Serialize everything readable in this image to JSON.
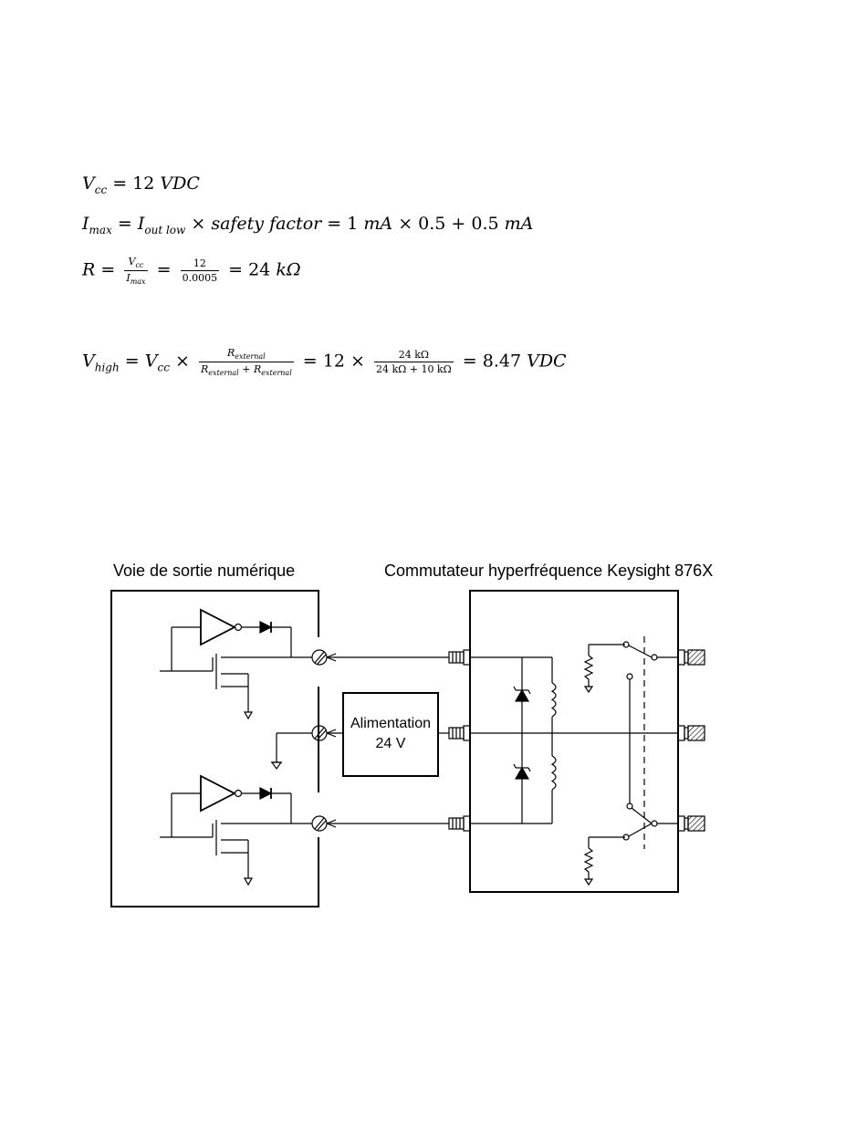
{
  "equations": {
    "vcc": {
      "lhs": "V",
      "lhs_sub": "cc",
      "rest": "= 12",
      "unit": "VDC"
    },
    "imax": {
      "lhs": "I",
      "lhs_sub": "max",
      "eq": "=",
      "term1": "I",
      "term1_sub": "out low",
      "times": "×",
      "term2": "safety factor",
      "eq2": "= 1",
      "unit1": "mA",
      "op": "× 0.5 + 0.5",
      "unit2": "mA"
    },
    "r": {
      "lhs": "R",
      "eq": "=",
      "frac1_num": "V",
      "frac1_num_sub": "cc",
      "frac1_den": "I",
      "frac1_den_sub": "max",
      "eq2": "=",
      "frac2_num": "12",
      "frac2_den": "0.0005",
      "result": "= 24",
      "unit": "kΩ"
    },
    "vhigh": {
      "lhs": "V",
      "lhs_sub": "high",
      "eq": "=",
      "vcc": "V",
      "vcc_sub": "cc",
      "times": "×",
      "frac1_num": "R",
      "frac1_num_sub": "external",
      "frac1_den_a": "R",
      "frac1_den_a_sub": "external",
      "frac1_den_plus": "+",
      "frac1_den_b": "R",
      "frac1_den_b_sub": "external",
      "mid": "= 12 ×",
      "frac2_num": "24 kΩ",
      "frac2_den": "24 kΩ + 10 kΩ",
      "result": "= 8.47",
      "unit": "VDC"
    }
  },
  "diagram": {
    "left_title": "Voie de sortie numérique",
    "right_title": "Commutateur hyperfréquence Keysight 876X",
    "supply_line1": "Alimentation",
    "supply_line2": "24 V"
  }
}
